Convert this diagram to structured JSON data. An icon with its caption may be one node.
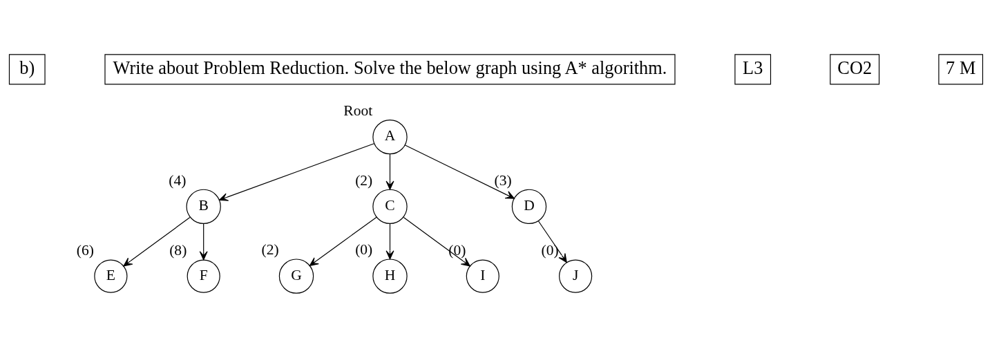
{
  "diagram": {
    "nodes": [
      {
        "text": [
          "A"
        ],
        "beside": [
          "Root"
        ]
      },
      {
        "text": [
          "B"
        ],
        "beside": [
          "(4)"
        ]
      },
      {
        "text": [
          "C"
        ],
        "beside": [
          "(2)"
        ]
      },
      {
        "text": [
          "D"
        ],
        "beside": [
          "(3)"
        ]
      },
      {
        "text": [
          "E"
        ],
        "beside": [
          "(6)"
        ]
      },
      {
        "text": [
          "F"
        ],
        "beside": [
          "(8)"
        ]
      },
      {
        "text": [
          "G"
        ],
        "beside": [
          "(2)"
        ]
      },
      {
        "text": [
          "H"
        ],
        "beside": [
          "(0)"
        ]
      },
      {
        "text": [
          "I"
        ],
        "beside": [
          "(0)"
        ]
      },
      {
        "text": [
          "J"
        ],
        "beside": [
          "(0)"
        ]
      }
    ],
    "edges": [
      {
        "from": 0,
        "to": 1,
        "arrow": "to"
      },
      {
        "from": 0,
        "to": 2,
        "arrow": "to"
      },
      {
        "from": 0,
        "to": 3,
        "arrow": "to"
      },
      {
        "from": 1,
        "to": 4,
        "arrow": "to"
      },
      {
        "from": 1,
        "to": 5,
        "arrow": "to"
      },
      {
        "from": 2,
        "to": 6,
        "arrow": "to"
      },
      {
        "from": 2,
        "to": 7,
        "arrow": "to"
      },
      {
        "from": 2,
        "to": 8,
        "arrow": "to"
      },
      {
        "from": 3,
        "to": 9,
        "arrow": "to"
      }
    ],
    "labels": [
      "b)",
      "Write about Problem Reduction. Solve the below graph using A* algorithm.",
      "L3",
      "CO2",
      "7 M"
    ]
  }
}
